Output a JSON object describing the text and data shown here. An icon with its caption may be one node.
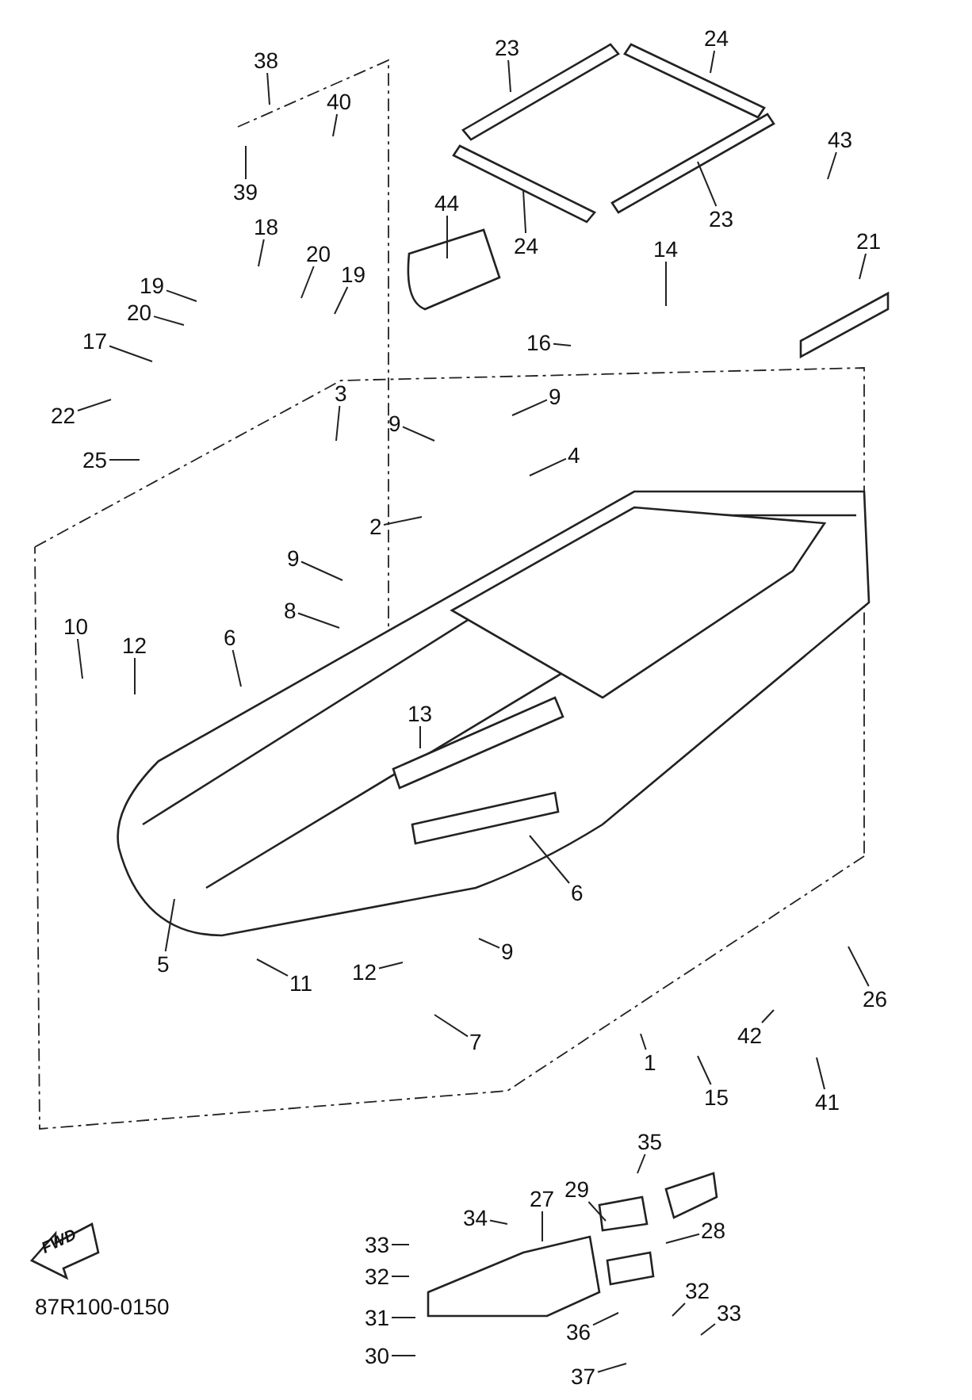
{
  "diagram": {
    "nodes": [
      {
        "text": [
          "38"
        ]
      },
      {
        "text": [
          "40"
        ]
      },
      {
        "text": [
          "39"
        ]
      },
      {
        "text": [
          "23"
        ]
      },
      {
        "text": [
          "24"
        ]
      },
      {
        "text": [
          "44"
        ]
      },
      {
        "text": [
          "24"
        ]
      },
      {
        "text": [
          "23"
        ]
      },
      {
        "text": [
          "43"
        ]
      },
      {
        "text": [
          "21"
        ]
      },
      {
        "text": [
          "18"
        ]
      },
      {
        "text": [
          "20"
        ]
      },
      {
        "text": [
          "19"
        ]
      },
      {
        "text": [
          "19"
        ]
      },
      {
        "text": [
          "20"
        ]
      },
      {
        "text": [
          "17"
        ]
      },
      {
        "text": [
          "14"
        ]
      },
      {
        "text": [
          "16"
        ]
      },
      {
        "text": [
          "22"
        ]
      },
      {
        "text": [
          "25"
        ]
      },
      {
        "text": [
          "3"
        ]
      },
      {
        "text": [
          "9"
        ]
      },
      {
        "text": [
          "9"
        ]
      },
      {
        "text": [
          "4"
        ]
      },
      {
        "text": [
          "2"
        ]
      },
      {
        "text": [
          "9"
        ]
      },
      {
        "text": [
          "8"
        ]
      },
      {
        "text": [
          "10"
        ]
      },
      {
        "text": [
          "12"
        ]
      },
      {
        "text": [
          "6"
        ]
      },
      {
        "text": [
          "13"
        ]
      },
      {
        "text": [
          "6"
        ]
      },
      {
        "text": [
          "5"
        ]
      },
      {
        "text": [
          "11"
        ]
      },
      {
        "text": [
          "12"
        ]
      },
      {
        "text": [
          "9"
        ]
      },
      {
        "text": [
          "7"
        ]
      },
      {
        "text": [
          "1"
        ]
      },
      {
        "text": [
          "15"
        ]
      },
      {
        "text": [
          "42"
        ]
      },
      {
        "text": [
          "41"
        ]
      },
      {
        "text": [
          "26"
        ]
      },
      {
        "text": [
          "35"
        ]
      },
      {
        "text": [
          "29"
        ]
      },
      {
        "text": [
          "27"
        ]
      },
      {
        "text": [
          "28"
        ]
      },
      {
        "text": [
          "34"
        ]
      },
      {
        "text": [
          "33"
        ]
      },
      {
        "text": [
          "32"
        ]
      },
      {
        "text": [
          "32"
        ]
      },
      {
        "text": [
          "33"
        ]
      },
      {
        "text": [
          "36"
        ]
      },
      {
        "text": [
          "37"
        ]
      },
      {
        "text": [
          "31"
        ]
      },
      {
        "text": [
          "30"
        ]
      }
    ],
    "edges": [
      {
        "from": 0,
        "to": null,
        "arrow": "none"
      },
      {
        "from": 1,
        "to": null,
        "arrow": "none"
      },
      {
        "from": 2,
        "to": null,
        "arrow": "none"
      },
      {
        "from": 3,
        "to": null,
        "arrow": "none"
      },
      {
        "from": 4,
        "to": null,
        "arrow": "none"
      },
      {
        "from": 5,
        "to": null,
        "arrow": "none"
      },
      {
        "from": 6,
        "to": null,
        "arrow": "none"
      },
      {
        "from": 7,
        "to": null,
        "arrow": "none"
      },
      {
        "from": 8,
        "to": null,
        "arrow": "none"
      },
      {
        "from": 9,
        "to": null,
        "arrow": "none"
      },
      {
        "from": 10,
        "to": null,
        "arrow": "none"
      },
      {
        "from": 11,
        "to": null,
        "arrow": "none"
      },
      {
        "from": 12,
        "to": null,
        "arrow": "none"
      },
      {
        "from": 13,
        "to": null,
        "arrow": "none"
      },
      {
        "from": 14,
        "to": null,
        "arrow": "none"
      },
      {
        "from": 15,
        "to": null,
        "arrow": "none"
      },
      {
        "from": 16,
        "to": null,
        "arrow": "none"
      },
      {
        "from": 17,
        "to": null,
        "arrow": "none"
      },
      {
        "from": 18,
        "to": null,
        "arrow": "none"
      },
      {
        "from": 19,
        "to": null,
        "arrow": "none"
      },
      {
        "from": 20,
        "to": null,
        "arrow": "none"
      },
      {
        "from": 21,
        "to": null,
        "arrow": "none"
      },
      {
        "from": 22,
        "to": null,
        "arrow": "none"
      },
      {
        "from": 23,
        "to": null,
        "arrow": "none"
      },
      {
        "from": 24,
        "to": null,
        "arrow": "none"
      },
      {
        "from": 25,
        "to": null,
        "arrow": "none"
      },
      {
        "from": 26,
        "to": null,
        "arrow": "none"
      },
      {
        "from": 27,
        "to": null,
        "arrow": "none"
      },
      {
        "from": 28,
        "to": null,
        "arrow": "none"
      },
      {
        "from": 29,
        "to": null,
        "arrow": "none"
      },
      {
        "from": 30,
        "to": null,
        "arrow": "none"
      },
      {
        "from": 31,
        "to": null,
        "arrow": "none"
      },
      {
        "from": 32,
        "to": null,
        "arrow": "none"
      },
      {
        "from": 33,
        "to": null,
        "arrow": "none"
      },
      {
        "from": 34,
        "to": null,
        "arrow": "none"
      },
      {
        "from": 35,
        "to": null,
        "arrow": "none"
      },
      {
        "from": 36,
        "to": null,
        "arrow": "none"
      },
      {
        "from": 37,
        "to": null,
        "arrow": "none"
      },
      {
        "from": 38,
        "to": null,
        "arrow": "none"
      },
      {
        "from": 39,
        "to": null,
        "arrow": "none"
      },
      {
        "from": 40,
        "to": null,
        "arrow": "none"
      },
      {
        "from": 41,
        "to": null,
        "arrow": "none"
      },
      {
        "from": 42,
        "to": null,
        "arrow": "none"
      },
      {
        "from": 43,
        "to": null,
        "arrow": "none"
      },
      {
        "from": 44,
        "to": null,
        "arrow": "none"
      },
      {
        "from": 45,
        "to": null,
        "arrow": "none"
      },
      {
        "from": 46,
        "to": null,
        "arrow": "none"
      },
      {
        "from": 47,
        "to": null,
        "arrow": "none"
      },
      {
        "from": 48,
        "to": null,
        "arrow": "none"
      },
      {
        "from": 49,
        "to": null,
        "arrow": "none"
      },
      {
        "from": 50,
        "to": null,
        "arrow": "none"
      },
      {
        "from": 51,
        "to": null,
        "arrow": "none"
      },
      {
        "from": 52,
        "to": null,
        "arrow": "none"
      },
      {
        "from": 53,
        "to": null,
        "arrow": "none"
      },
      {
        "from": 54,
        "to": null,
        "arrow": "none"
      }
    ],
    "labels": [
      "FWD",
      "87R100-0150"
    ]
  }
}
